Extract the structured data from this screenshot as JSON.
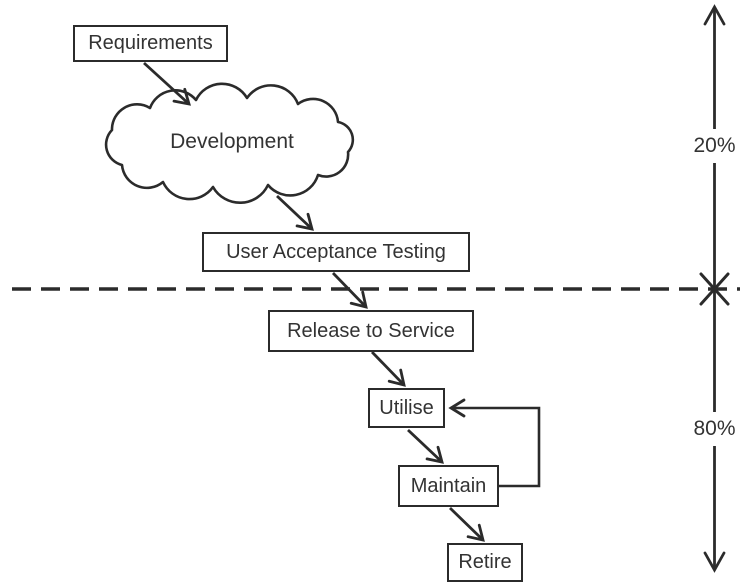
{
  "diagram": {
    "nodes": {
      "requirements": "Requirements",
      "development": "Development",
      "uat": "User Acceptance Testing",
      "release": "Release to Service",
      "utilise": "Utilise",
      "maintain": "Maintain",
      "retire": "Retire"
    },
    "axis": {
      "top_share": "20%",
      "bottom_share": "80%"
    },
    "colors": {
      "stroke": "#2b2b2b",
      "text": "#333333",
      "background": "#ffffff"
    }
  }
}
